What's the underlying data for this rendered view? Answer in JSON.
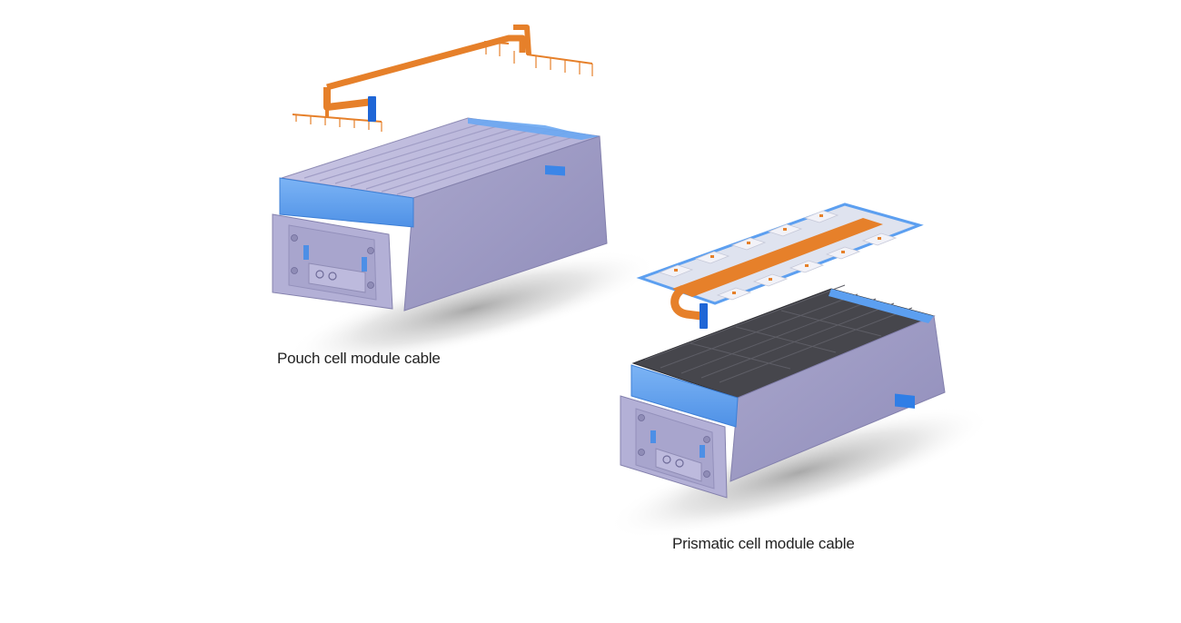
{
  "captions": {
    "pouch": "Pouch cell module cable",
    "prismatic": "Prismatic cell module cable"
  },
  "colors": {
    "background": "#ffffff",
    "module_body": "#a7a4c9",
    "module_top": "#bfbcdd",
    "module_side": "#9996be",
    "cable_orange": "#e6802a",
    "plastic_blue": "#5c9ff0",
    "connector_blue": "#1f66d6",
    "prismatic_cells": "#4a4a50",
    "fpc_film": "#dfe3ef",
    "caption_text": "#222222"
  },
  "icons": {
    "pouch_module": "pouch-cell-module-illustration",
    "prismatic_module": "prismatic-cell-module-illustration",
    "pouch_cable": "wire-harness-cable",
    "prismatic_cable": "flat-flexible-cable"
  }
}
